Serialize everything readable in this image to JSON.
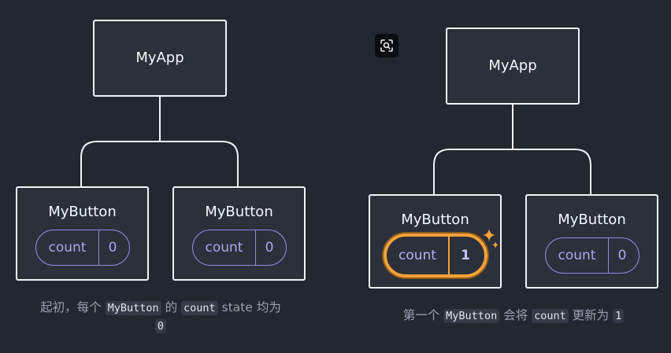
{
  "diagrams": [
    {
      "root": {
        "label": "MyApp"
      },
      "children": [
        {
          "label": "MyButton",
          "state_label": "count",
          "state_value": "0",
          "highlighted": false
        },
        {
          "label": "MyButton",
          "state_label": "count",
          "state_value": "0",
          "highlighted": false
        }
      ],
      "caption": {
        "prefix": "起初，每个",
        "code1": "MyButton",
        "middle": "的",
        "code2": "count",
        "suffix": "state 均为",
        "code3": "0"
      }
    },
    {
      "root": {
        "label": "MyApp"
      },
      "children": [
        {
          "label": "MyButton",
          "state_label": "count",
          "state_value": "1",
          "highlighted": true
        },
        {
          "label": "MyButton",
          "state_label": "count",
          "state_value": "0",
          "highlighted": false
        }
      ],
      "caption": {
        "prefix": "第一个",
        "code1": "MyButton",
        "middle": "会将",
        "code2": "count",
        "suffix": "更新为",
        "code3": "1"
      }
    }
  ],
  "colors": {
    "background": "#23272f",
    "node_fill": "#2b303a",
    "node_border": "#f2f3f5",
    "state_pill": "#8d8ddf",
    "highlight": "#f5a23a"
  },
  "icons": [
    "scan-icon",
    "sparkle-icon"
  ]
}
